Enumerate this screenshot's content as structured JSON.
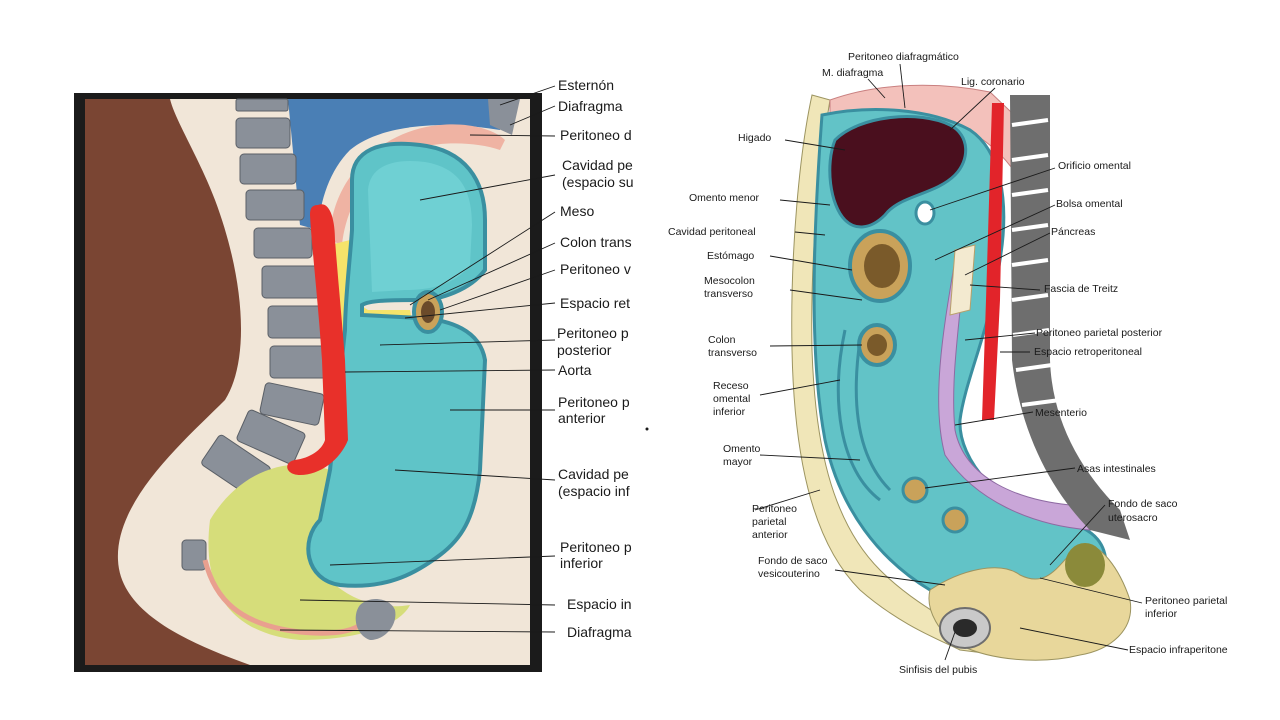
{
  "left_figure": {
    "labels": {
      "esternon": "Esternón",
      "diafragma_top": "Diafragma",
      "peritoneo_diafragmatico": "Peritoneo d",
      "cavidad_peritoneal_sup_1": "Cavidad pe",
      "cavidad_peritoneal_sup_2": "(espacio su",
      "meso": "Meso",
      "colon_transverso": "Colon trans",
      "peritoneo_visceral": "Peritoneo v",
      "espacio_retroperitoneal": "Espacio ret",
      "peritoneo_posterior_1": "Peritoneo p",
      "peritoneo_posterior_2": "posterior",
      "aorta": "Aorta",
      "peritoneo_anterior_1": "Peritoneo p",
      "peritoneo_anterior_2": "anterior",
      "cavidad_peritoneal_inf_1": "Cavidad pe",
      "cavidad_peritoneal_inf_2": "(espacio inf",
      "peritoneo_inferior_1": "Peritoneo p",
      "peritoneo_inferior_2": "inferior",
      "espacio_infraperitoneal": "Espacio in",
      "diafragma_bottom": "Diafragma"
    }
  },
  "right_figure": {
    "labels": {
      "peritoneo_diafragmatico": "Peritoneo diafragmático",
      "m_diafragma": "M. diafragma",
      "lig_coronario": "Lig. coronario",
      "higado": "Higado",
      "orificio_omental": "Orificio omental",
      "omento_menor": "Omento menor",
      "bolsa_omental": "Bolsa omental",
      "cavidad_peritoneal": "Cavidad peritoneal",
      "pancreas": "Páncreas",
      "estomago": "Estómago",
      "mesocolon_1": "Mesocolon",
      "mesocolon_2": "transverso",
      "fascia_treitz": "Fascia de Treitz",
      "peritoneo_parietal_posterior": "Peritoneo parietal posterior",
      "colon_1": "Colon",
      "colon_2": "transverso",
      "espacio_retroperitoneal": "Espacio retroperitoneal",
      "receso_1": "Receso",
      "receso_2": "omental",
      "receso_3": "inferior",
      "mesenterio": "Mesenterio",
      "omento_mayor_1": "Omento",
      "omento_mayor_2": "mayor",
      "asas_intestinales": "Asas intestinales",
      "peritoneo_anterior_1": "Peritoneo",
      "peritoneo_anterior_2": "parietal",
      "peritoneo_anterior_3": "anterior",
      "fondo_uterosacro_1": "Fondo de saco",
      "fondo_uterosacro_2": "uterosacro",
      "fondo_vesicouterino_1": "Fondo de saco",
      "fondo_vesicouterino_2": "vesicouterino",
      "peritoneo_inferior_1": "Peritoneo parietal",
      "peritoneo_inferior_2": "inferior",
      "espacio_infraperitoneal": "Espacio infraperitone",
      "sinfisis_pubis": "Sinfisis del pubis"
    }
  },
  "colors": {
    "peritoneal_cavity": "#5fc4c8",
    "cavity_border": "#3a8fa0",
    "diaphragm_blue": "#4a7fb5",
    "aorta_red": "#e8302a",
    "retroperitoneal_yellow": "#f5e36a",
    "infraperitoneal_green": "#d6dd7a",
    "vertebra_gray": "#8a9099",
    "body_wall_brown": "#6b3a2a",
    "liver": "#4a0f1e",
    "skin_beige": "#f1e6d8"
  }
}
